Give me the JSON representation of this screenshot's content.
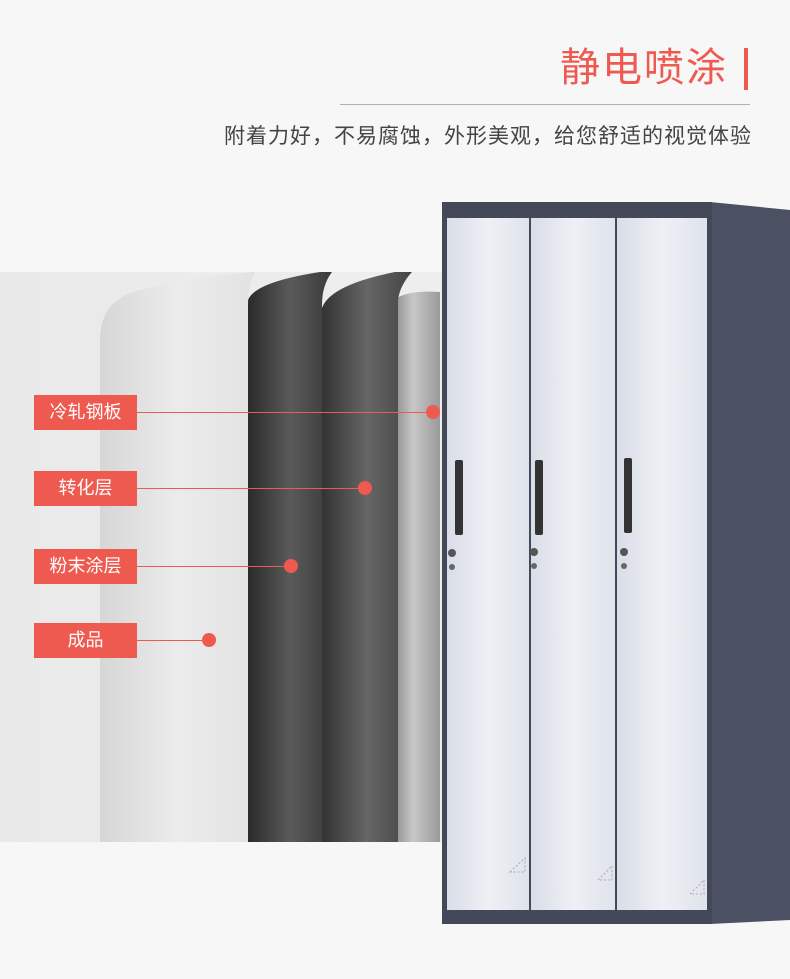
{
  "header": {
    "title": "静电喷涂",
    "subtitle": "附着力好，不易腐蚀，外形美观，给您舒适的视觉体验"
  },
  "layers": [
    {
      "label": "冷轧钢板"
    },
    {
      "label": "转化层"
    },
    {
      "label": "粉末涂层"
    },
    {
      "label": "成品"
    }
  ],
  "colors": {
    "accent": "#ef5a50",
    "cabinet_frame": "#4a5060",
    "door": "#e6e9f0"
  },
  "product": {
    "type": "3-door steel locker",
    "door_count": 3
  }
}
